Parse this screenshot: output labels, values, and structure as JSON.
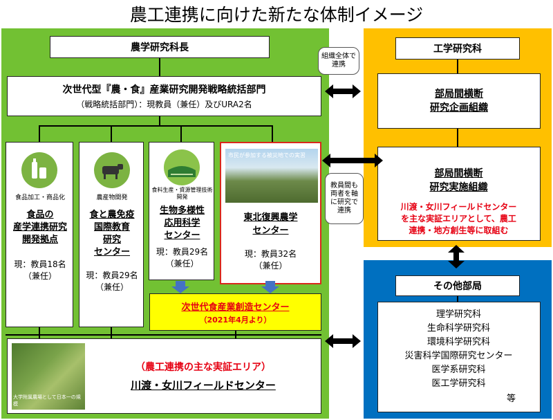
{
  "title": "農工連携に向けた新たな体制イメージ",
  "agri_dean": "農学研究科長",
  "strategy_dept": {
    "line1": "次世代型『農・食』産業研究開発戦略統括部門",
    "line2": "（戦略統括部門）：現教員（兼任）及びURA2名"
  },
  "centers": [
    {
      "icon_label": "食品加工・商品化",
      "name_lines": [
        "食品の",
        "産学連携研究",
        "開発拠点"
      ],
      "staff": "現：教員18名",
      "note": "（兼任）"
    },
    {
      "icon_label": "農産物開発",
      "name_lines": [
        "食と農免疫",
        "国際教育",
        "研究",
        "センター"
      ],
      "staff": "現：教員29名",
      "note": "（兼任）"
    },
    {
      "icon_label": "食料生産・資源管理技術開発",
      "name_lines": [
        "生物多様性",
        "応用科学",
        "センター"
      ],
      "staff": "現：教員29名",
      "note": "（兼任）"
    },
    {
      "photo_caption": "市民が参加する被災地での実習",
      "name_lines": [
        "東北復興農学",
        "センター"
      ],
      "staff": "現：教員32名",
      "note": "（兼任）"
    }
  ],
  "new_center": {
    "name": "次世代食産業創造センター",
    "date": "（2021年4月より）"
  },
  "field_center": {
    "label": "（農工連携の主な実証エリア）",
    "name": "川渡・女川フィールドセンター",
    "photo_caption": "大学附属農場として日本一の規模"
  },
  "eng_dean": "工学研究科",
  "planning_org": [
    "部局間横断",
    "研究企画組織"
  ],
  "impl_org": {
    "title_lines": [
      "部局間横断",
      "研究実施組織"
    ],
    "desc_lines": [
      "川渡・女川フィールドセンター",
      "を主な実証エリアとして、農工",
      "連携・地方創生等に取組む"
    ]
  },
  "bubble_top": "組織全体で連携",
  "bubble_mid": "教員間も両者を軸に研究で連携",
  "other_depts": {
    "title": "その他部局",
    "items": [
      "理学研究科",
      "生命科学研究科",
      "環境科学研究科",
      "災害科学国際研究センター",
      "医学系研究科",
      "医工学研究科"
    ],
    "etc": "等"
  },
  "colors": {
    "agri_bg": "#72c133",
    "eng_bg": "#ffc000",
    "other_bg": "#0070c0",
    "new_center_bg": "#ffff00",
    "red_text": "#e60012"
  }
}
